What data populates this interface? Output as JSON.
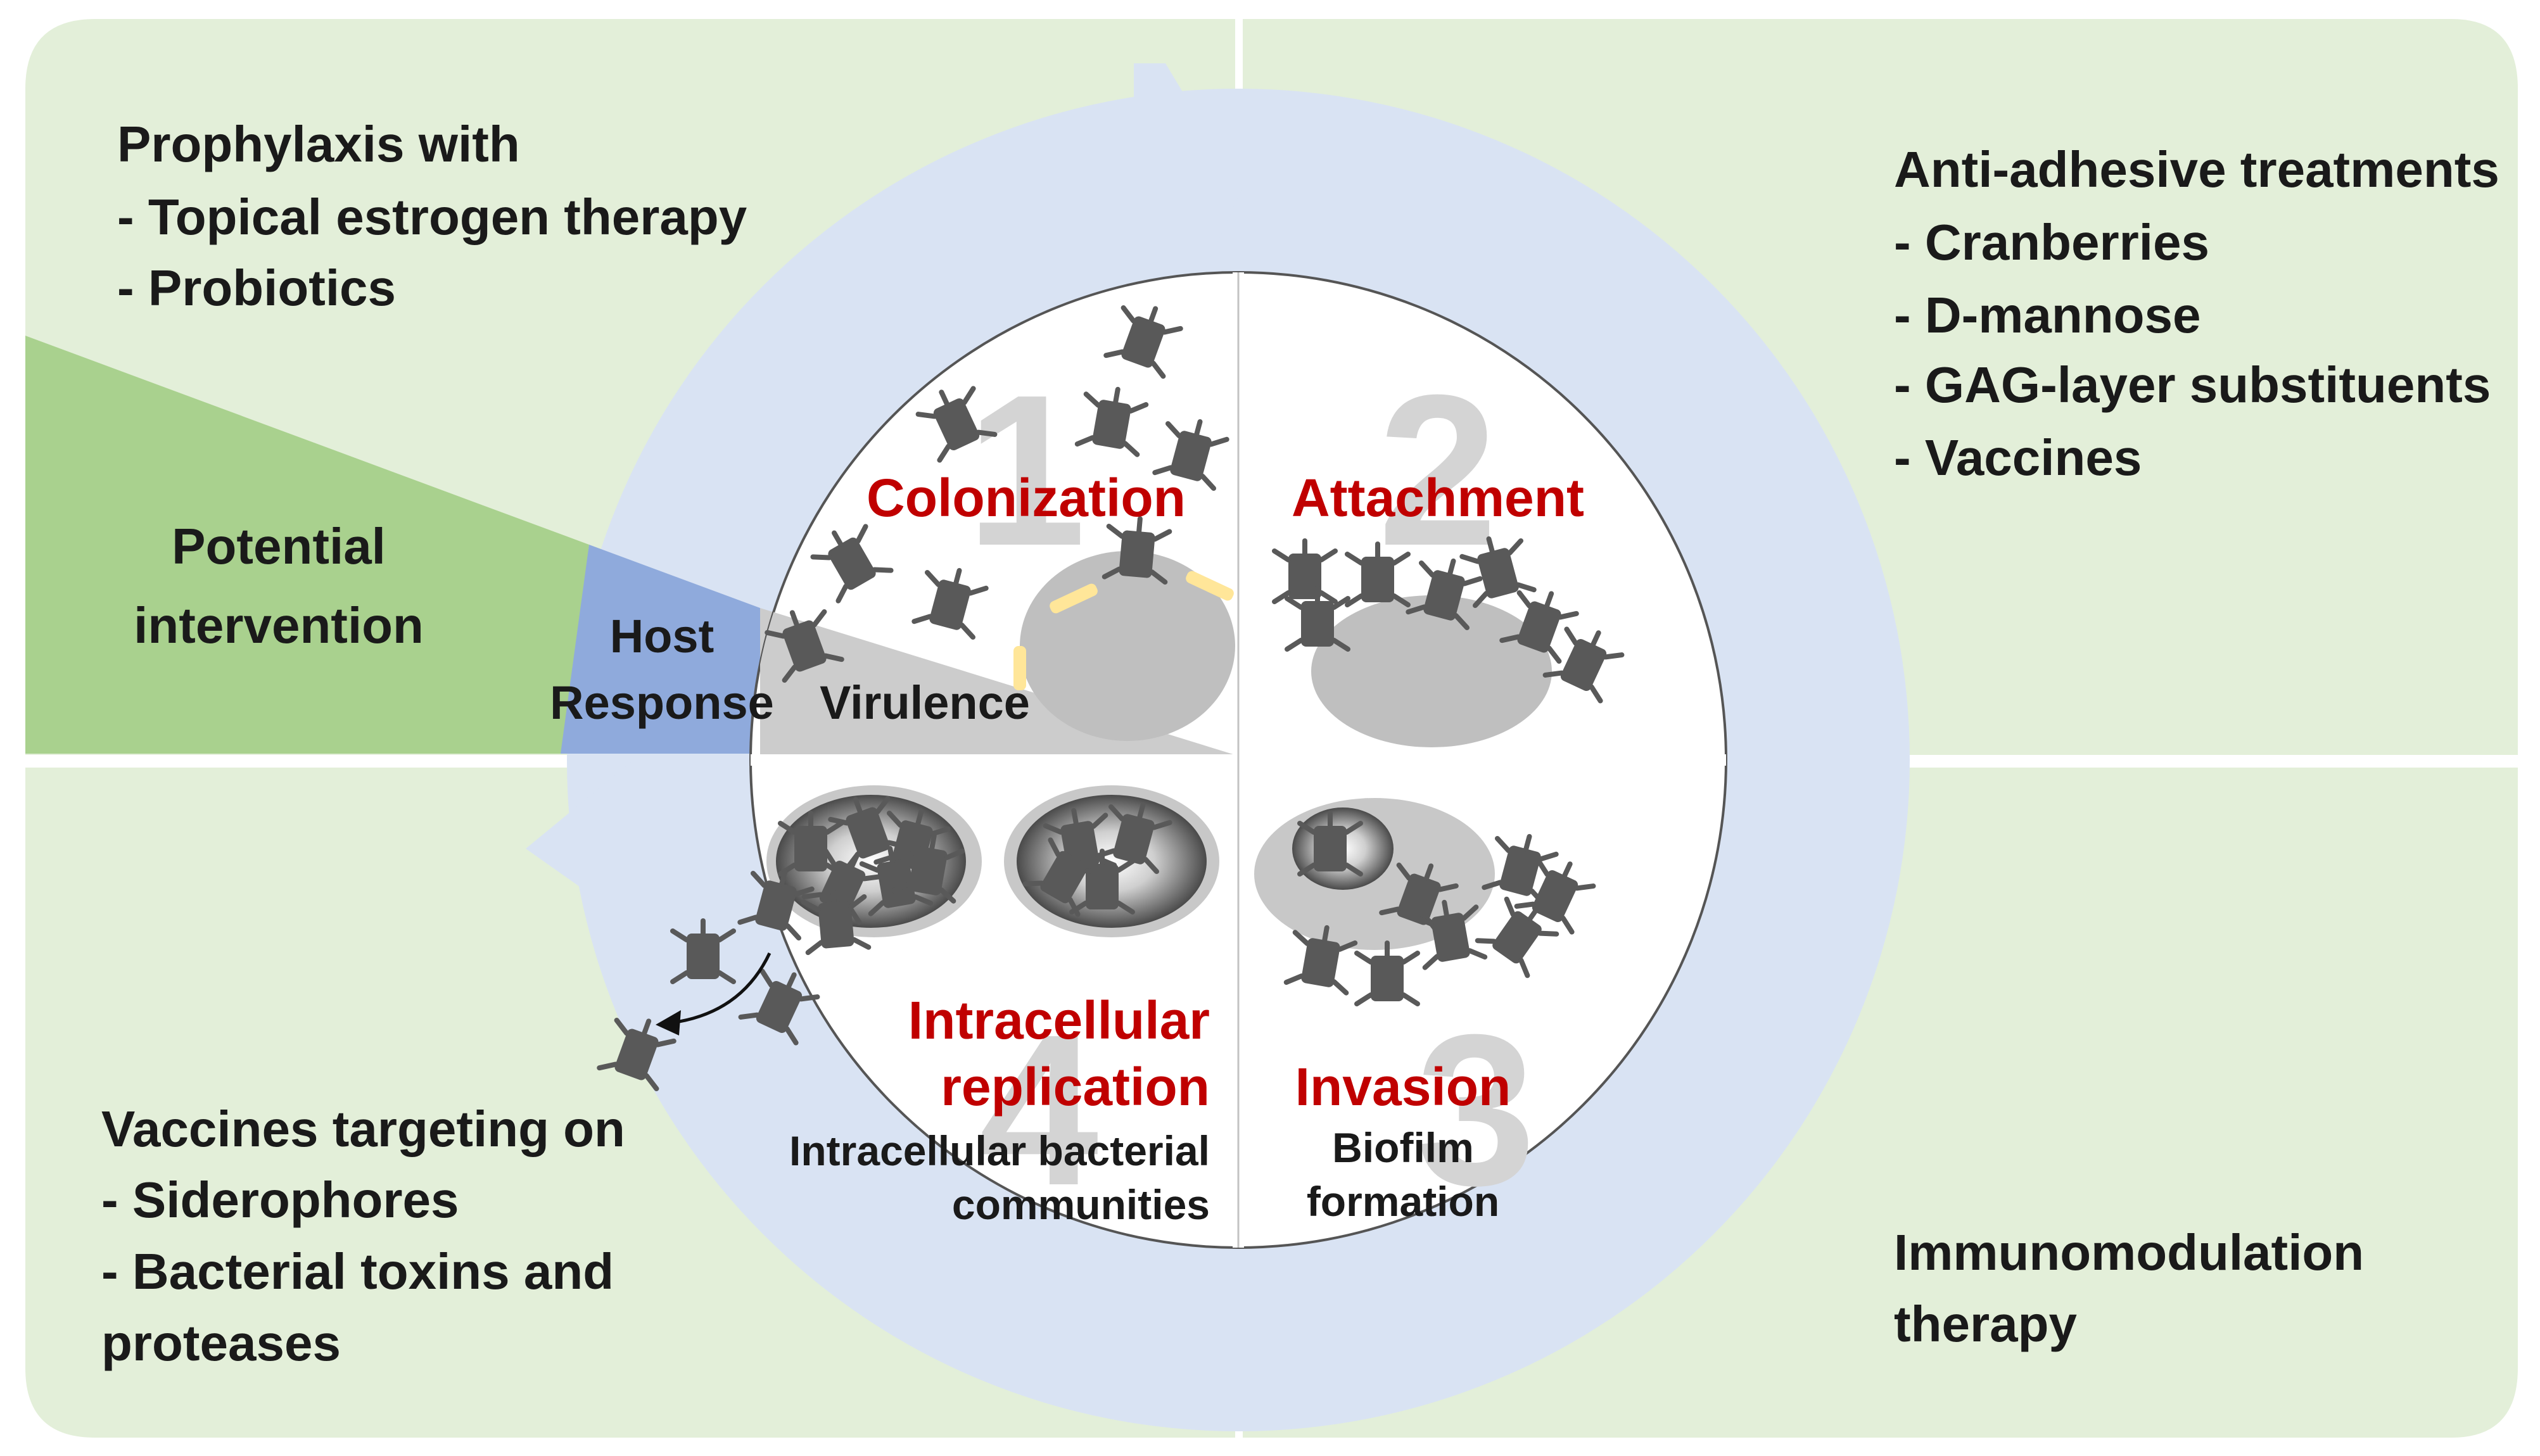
{
  "panels": {
    "top_left": {
      "title": "Prophylaxis with",
      "items": [
        "- Topical estrogen therapy",
        "- Probiotics"
      ]
    },
    "top_right": {
      "title": "Anti-adhesive treatments",
      "items": [
        "- Cranberries",
        "- D-mannose",
        "- GAG-layer substituents",
        "- Vaccines"
      ]
    },
    "bottom_left": {
      "title": "Vaccines targeting on",
      "items": [
        "- Siderophores",
        "- Bacterial toxins and",
        "proteases"
      ]
    },
    "bottom_right": {
      "lines": [
        "Immunomodulation",
        "therapy"
      ]
    }
  },
  "intervention": {
    "lines": [
      "Potential",
      "intervention"
    ]
  },
  "wedge": {
    "host_lines": [
      "Host",
      "Response"
    ],
    "virulence": "Virulence"
  },
  "stages": [
    {
      "number": "1",
      "label": "Colonization"
    },
    {
      "number": "2",
      "label": "Attachment"
    },
    {
      "number": "3",
      "label": "Invasion",
      "sub": [
        "Biofilm",
        "formation"
      ]
    },
    {
      "number": "4",
      "label_lines": [
        "Intracellular",
        "replication"
      ],
      "sub": [
        "Intracellular bacterial",
        "communities"
      ]
    }
  ],
  "colors": {
    "panel_bg": "#e3efd9",
    "ring": "#d9e3f3",
    "wedge_green": "#a9d18e",
    "wedge_blue": "#8faadc",
    "wedge_gray": "#cccccc",
    "stage_label": "#c00000",
    "bacteria": "#595959",
    "cell": "#bfbfbf"
  }
}
